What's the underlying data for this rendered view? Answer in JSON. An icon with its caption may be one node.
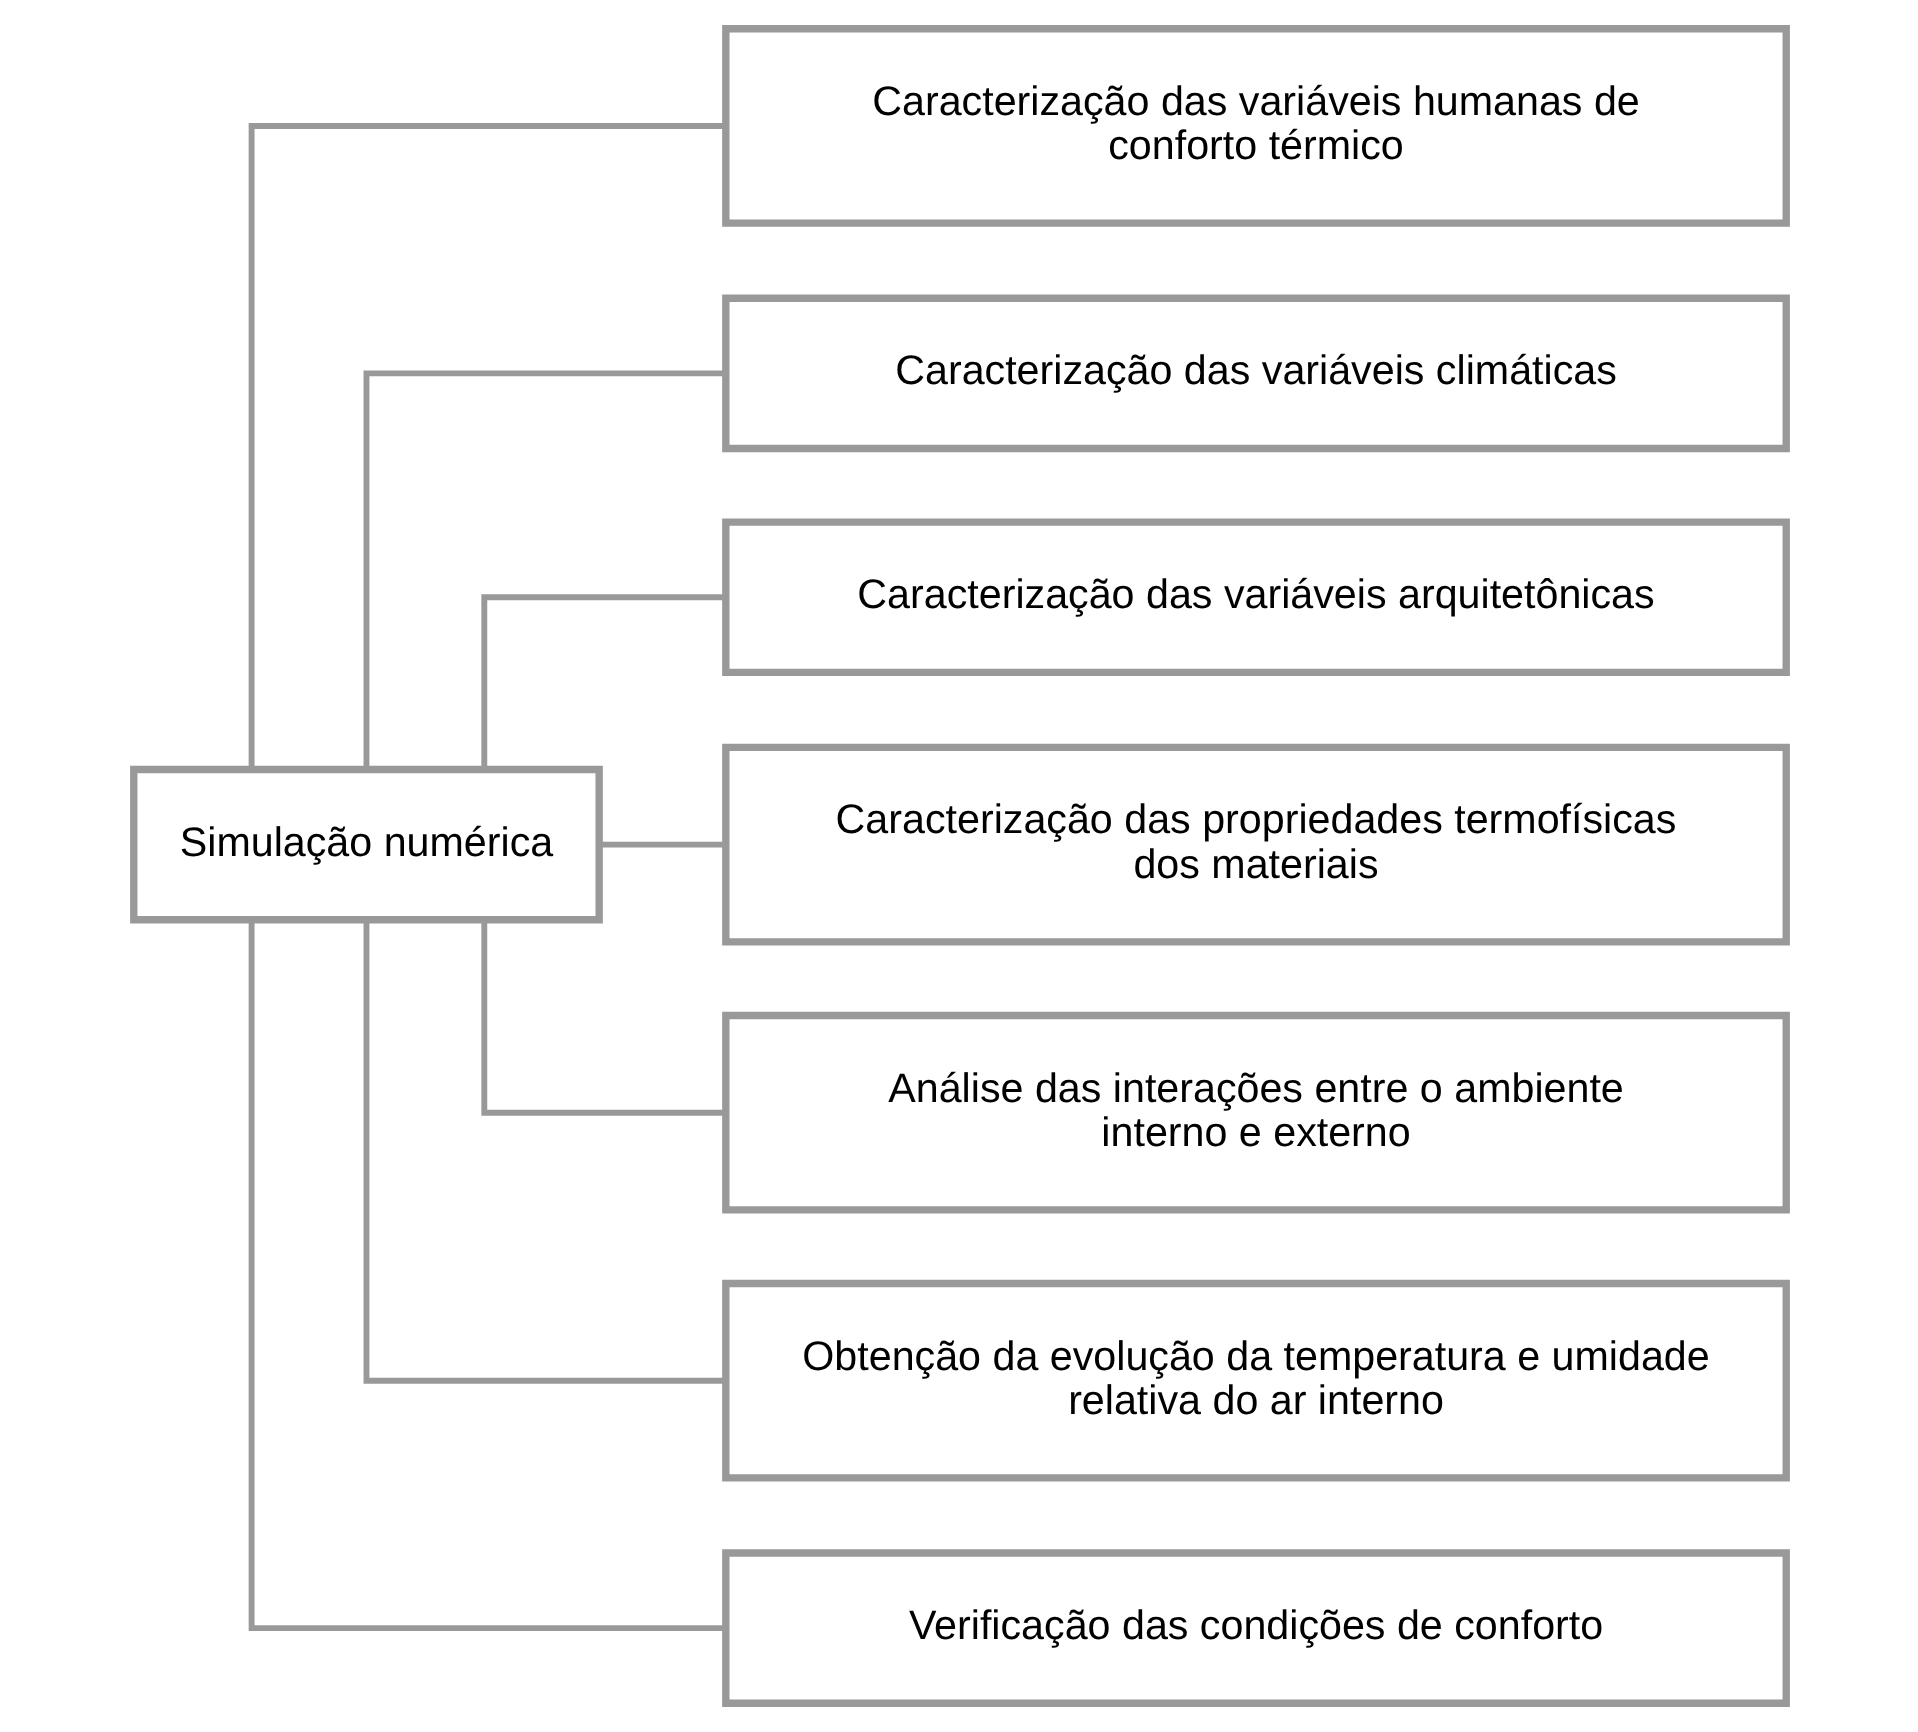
{
  "diagram": {
    "nodes": [
      {
        "text": [
          "Simulação numérica"
        ]
      },
      {
        "text": [
          "Caracterização das variáveis humanas de conforto térmico"
        ]
      },
      {
        "text": [
          "Caracterização das variáveis climáticas"
        ]
      },
      {
        "text": [
          "Caracterização das variáveis arquitetônicas"
        ]
      },
      {
        "text": [
          "Caracterização das propriedades termofísicas dos materiais"
        ]
      },
      {
        "text": [
          "Análise das interações entre o ambiente interno e externo"
        ]
      },
      {
        "text": [
          "Obtenção da evolução da temperatura e umidade relativa do ar interno"
        ]
      },
      {
        "text": [
          "Verificação das condições de conforto"
        ]
      }
    ],
    "edges": [
      {
        "from": 0,
        "to": 1,
        "arrow": "none"
      },
      {
        "from": 0,
        "to": 2,
        "arrow": "none"
      },
      {
        "from": 0,
        "to": 3,
        "arrow": "none"
      },
      {
        "from": 0,
        "to": 4,
        "arrow": "none"
      },
      {
        "from": 0,
        "to": 5,
        "arrow": "none"
      },
      {
        "from": 0,
        "to": 6,
        "arrow": "none"
      },
      {
        "from": 0,
        "to": 7,
        "arrow": "none"
      }
    ]
  }
}
